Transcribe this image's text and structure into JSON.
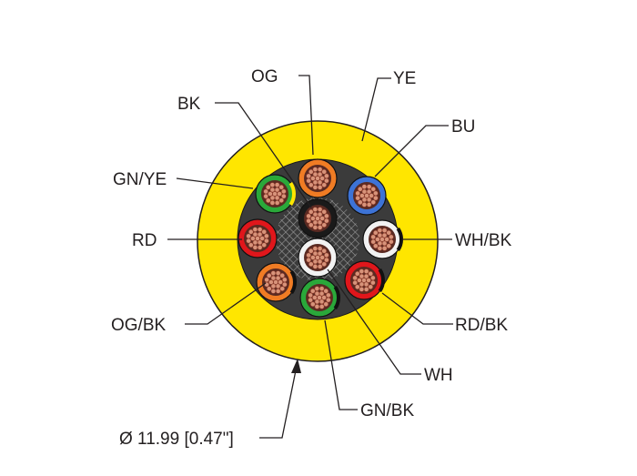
{
  "cable": {
    "jacket_color": "#ffe600",
    "jacket_label": "YE",
    "diameter_label": "Ø 11.99 [0.47\"]"
  },
  "conductors": [
    {
      "label": "OG",
      "color": "#f07c24",
      "stripe": null
    },
    {
      "label": "BU",
      "color": "#3d73d6",
      "stripe": null
    },
    {
      "label": "WH/BK",
      "color": "#f2f2f2",
      "stripe": "#111111"
    },
    {
      "label": "RD/BK",
      "color": "#e0161b",
      "stripe": "#111111"
    },
    {
      "label": "WH",
      "color": "#f2f2f2",
      "stripe": null
    },
    {
      "label": "GN/BK",
      "color": "#2aa83a",
      "stripe": "#111111"
    },
    {
      "label": "OG/BK",
      "color": "#f07c24",
      "stripe": "#111111"
    },
    {
      "label": "RD",
      "color": "#e0161b",
      "stripe": null
    },
    {
      "label": "GN/YE",
      "color": "#2aa83a",
      "stripe": "#ffe600"
    },
    {
      "label": "BK",
      "color": "#1a1a1a",
      "stripe": null
    }
  ],
  "colors": {
    "copper": "#d7937a",
    "copper_edge": "#8a3a2a",
    "filler": "#333333",
    "line": "#231f20"
  }
}
